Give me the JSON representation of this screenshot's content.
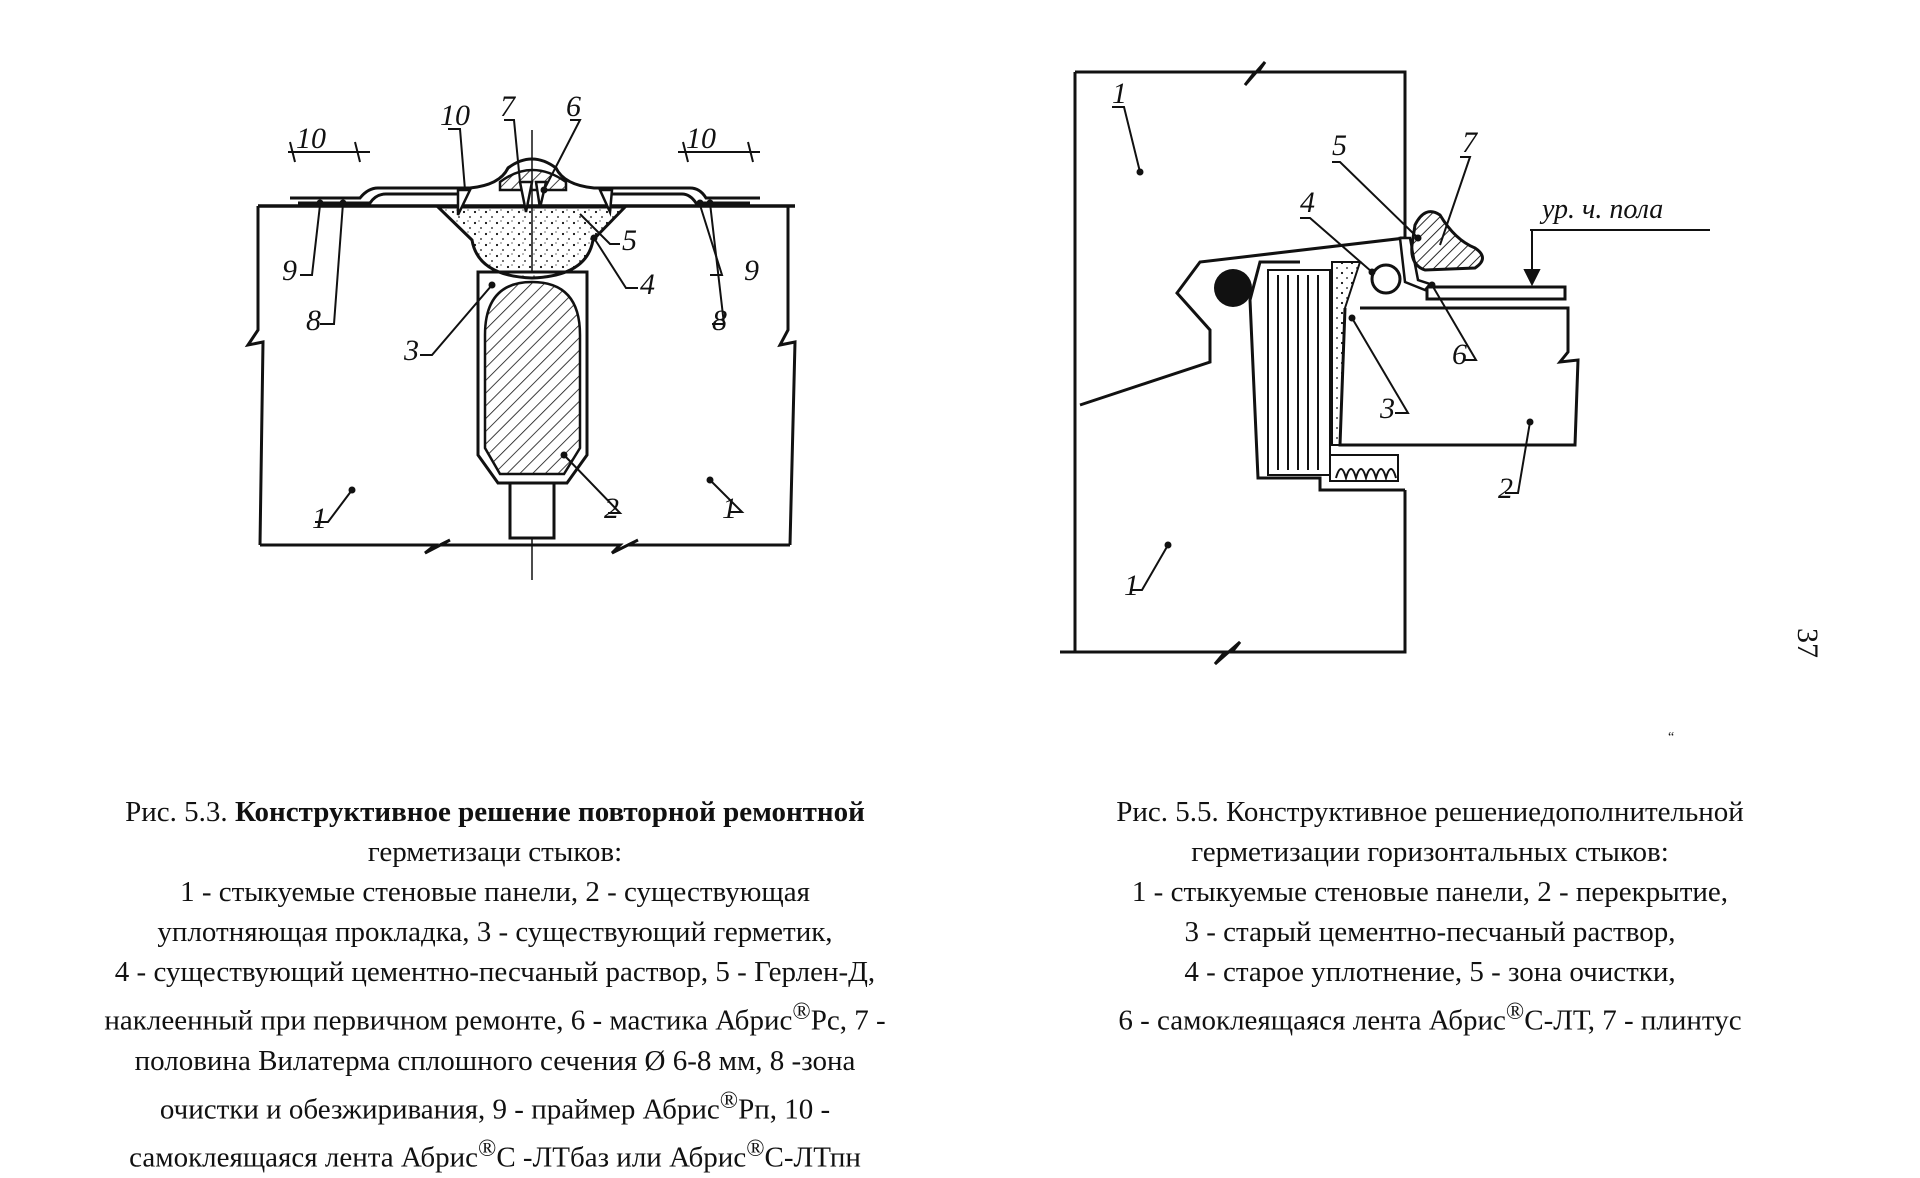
{
  "fig53": {
    "labels": {
      "l1a": "1",
      "l1b": "1",
      "l2": "2",
      "l3": "3",
      "l4": "4",
      "l5": "5",
      "l6": "6",
      "l7": "7",
      "l8a": "8",
      "l8b": "8",
      "l9a": "9",
      "l9b": "9",
      "l10": "10",
      "dimLeft": "10",
      "dimRight": "10"
    },
    "caption": {
      "prefix": "Рис. 5.3. ",
      "title_bold": "Конструктивное решение повторной ремонтной",
      "line2": "герметизаци стыков:",
      "line3": "1 - стыкуемые стеновые панели, 2 - существующая",
      "line4": "уплотняющая прокладка, 3 - существующий герметик,",
      "line5": "4 - существующий цементно-песчаный раствор, 5 - Герлен-Д,",
      "line6a": "наклеенный при первичном ремонте, 6 - мастика Абрис",
      "line6b": "Рс, 7 -",
      "line7": "половина Вилатерма сплошного сечения Ø 6-8 мм, 8 -зона",
      "line8a": "очистки и обезжиривания, 9 - праймер Абрис",
      "line8b": "Рп, 10 -",
      "line9a": "самоклеящаяся лента Абрис",
      "line9b": "С -ЛТбаз или Абрис",
      "line9c": "С-ЛТпн",
      "reg": "®"
    }
  },
  "fig55": {
    "labels": {
      "l1a": "1",
      "l1b": "1",
      "l2": "2",
      "l3": "3",
      "l4": "4",
      "l5": "5",
      "l6": "6",
      "l7": "7",
      "floor": "ур. ч. пола"
    },
    "caption": {
      "line1": "Рис. 5.5. Конструктивное решениедополнительной",
      "line2": "герметизации горизонтальных стыков:",
      "line3": "1 - стыкуемые стеновые панели, 2 - перекрытие,",
      "line4": "3 - старый цементно-песчаный раствор,",
      "line5": "4 - старое уплотнение, 5 - зона очистки,",
      "line6a": "6 - самоклеящаяся лента Абрис",
      "line6b": "С-ЛТ, 7 - плинтус",
      "reg": "®"
    }
  },
  "page_number": "37",
  "speck": "“"
}
